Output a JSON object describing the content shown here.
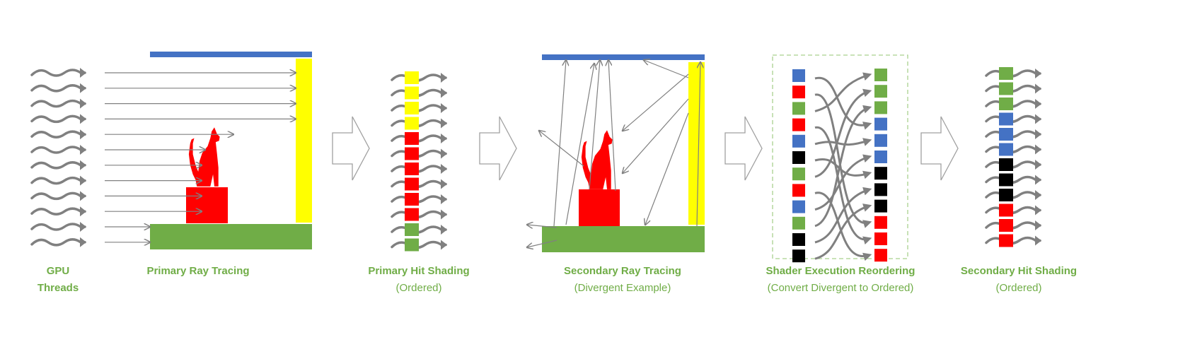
{
  "colors": {
    "green": "#70ad47",
    "blue": "#4472c4",
    "red": "#ff0000",
    "yellow": "#ffff00",
    "black": "#000000",
    "gray": "#808080"
  },
  "stages": [
    {
      "title_lines": [
        "GPU",
        "Threads"
      ]
    },
    {
      "title": "Primary Ray Tracing"
    },
    {
      "title": "Primary Hit Shading",
      "subtitle": "(Ordered)",
      "threads": [
        "yellow",
        "yellow",
        "yellow",
        "yellow",
        "red",
        "red",
        "red",
        "red",
        "red",
        "red",
        "green",
        "green"
      ]
    },
    {
      "title": "Secondary Ray Tracing",
      "subtitle": "(Divergent Example)"
    },
    {
      "title": "Shader Execution Reordering",
      "subtitle": "(Convert Divergent to Ordered)",
      "input": [
        "blue",
        "red",
        "green",
        "red",
        "blue",
        "black",
        "green",
        "red",
        "blue",
        "green",
        "black",
        "black"
      ],
      "output": [
        "green",
        "green",
        "green",
        "blue",
        "blue",
        "blue",
        "black",
        "black",
        "black",
        "red",
        "red",
        "red"
      ]
    },
    {
      "title": "Secondary Hit Shading",
      "subtitle": "(Ordered)",
      "threads": [
        "green",
        "green",
        "green",
        "blue",
        "blue",
        "blue",
        "black",
        "black",
        "black",
        "red",
        "red",
        "red"
      ]
    }
  ]
}
